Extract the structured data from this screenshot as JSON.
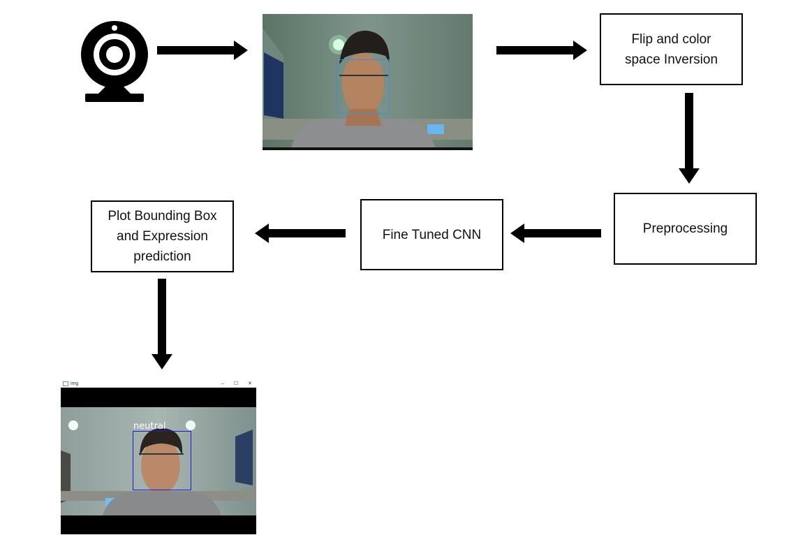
{
  "nodes": {
    "flip": {
      "line1": "Flip and color",
      "line2": "space Inversion"
    },
    "preprocessing": {
      "label": "Preprocessing"
    },
    "cnn": {
      "label": "Fine Tuned CNN"
    },
    "plot": {
      "line1": "Plot Bounding Box",
      "line2": "and Expression",
      "line3": "prediction"
    }
  },
  "output_window": {
    "title": "img",
    "prediction_label": "neutral",
    "controls": [
      "–",
      "☐",
      "✕"
    ]
  },
  "colors": {
    "input_face_box": "#3f8fd8",
    "output_face_box": "#1a1ad0",
    "prediction_text": "#ffffff"
  },
  "icons": {
    "source": "webcam-icon"
  }
}
